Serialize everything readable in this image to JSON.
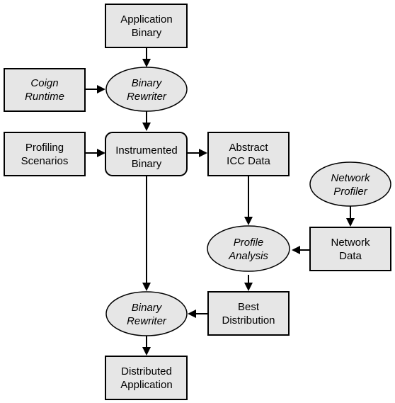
{
  "nodes": {
    "application_binary": [
      "Application",
      "Binary"
    ],
    "coign_runtime": [
      "Coign",
      "Runtime"
    ],
    "binary_rewriter_top": [
      "Binary",
      "Rewriter"
    ],
    "profiling_scenarios": [
      "Profiling",
      "Scenarios"
    ],
    "instrumented_binary": [
      "Instrumented",
      "Binary"
    ],
    "abstract_icc_data": [
      "Abstract",
      "ICC Data"
    ],
    "network_profiler": [
      "Network",
      "Profiler"
    ],
    "profile_analysis": [
      "Profile",
      "Analysis"
    ],
    "network_data": [
      "Network",
      "Data"
    ],
    "binary_rewriter_bottom": [
      "Binary",
      "Rewriter"
    ],
    "best_distribution": [
      "Best",
      "Distribution"
    ],
    "distributed_application": [
      "Distributed",
      "Application"
    ]
  },
  "colors": {
    "fill": "#e6e6e6",
    "stroke": "#000000",
    "background": "#ffffff"
  }
}
